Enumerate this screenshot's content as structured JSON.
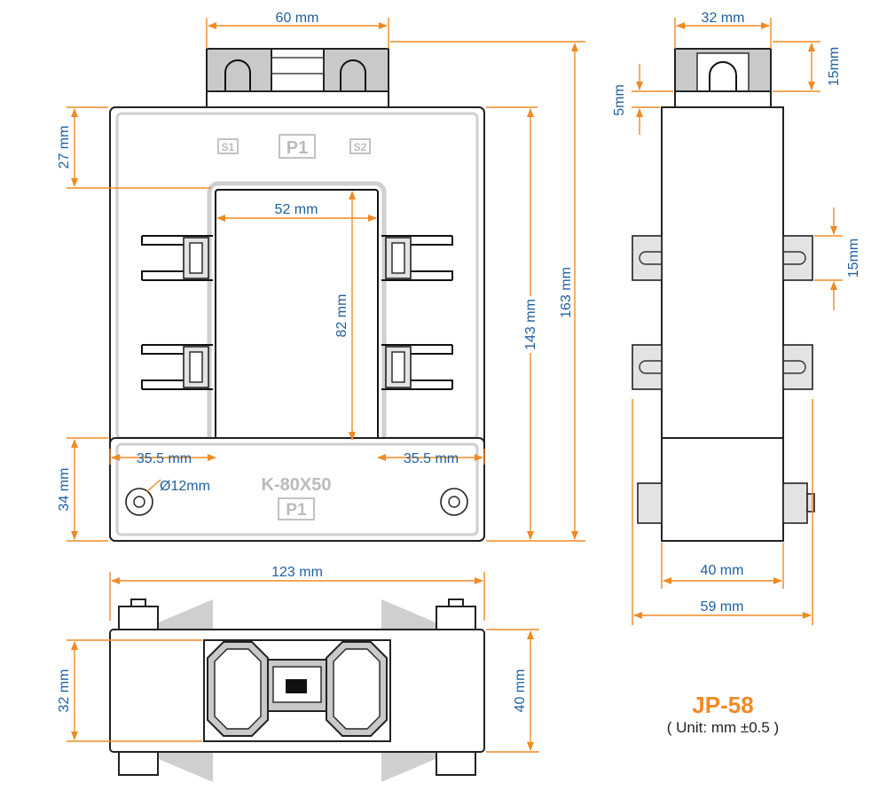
{
  "model": "JP-58",
  "unit_note": "( Unit: mm ±0.5 )",
  "colors": {
    "dimension_lines": "#f08a24",
    "dimension_text": "#1f5f9e",
    "title": "#f08a24",
    "outline": "#222222",
    "plastic_grey": "#c9c9c9"
  },
  "front_view": {
    "terminal_labels": {
      "s1": "S1",
      "p1": "P1",
      "s2": "S2"
    },
    "body_marking": "K-80X50",
    "bottom_marking": "P1",
    "dimensions": {
      "top_width": "60 mm",
      "window_width": "52 mm",
      "window_height": "82 mm",
      "top_offset": "27 mm",
      "bottom_height": "34 mm",
      "left_margin": "35.5 mm",
      "right_margin": "35.5 mm",
      "hole_diameter": "Ø12mm",
      "body_height": "143 mm",
      "total_height": "163 mm",
      "body_width": "123 mm"
    }
  },
  "side_view": {
    "dimensions": {
      "top_width": "32 mm",
      "cap_height": "15mm",
      "offset": "5mm",
      "clip_height": "15mm",
      "base_width": "40 mm",
      "total_width": "59 mm"
    }
  },
  "bottom_view": {
    "dimensions": {
      "inner_depth": "32 mm",
      "outer_depth": "40 mm"
    }
  }
}
